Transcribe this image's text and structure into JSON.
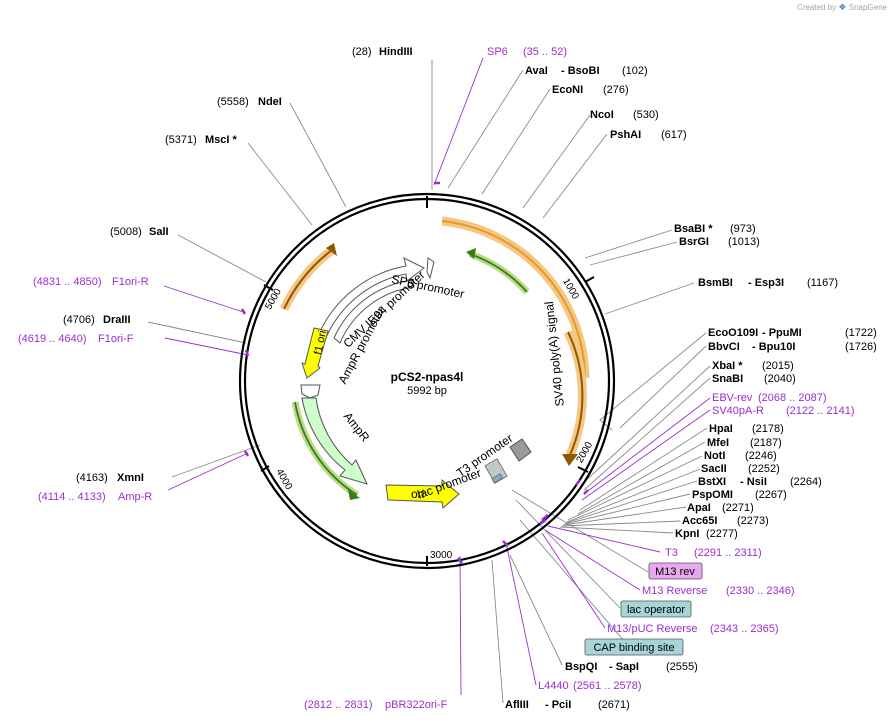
{
  "app": {
    "created_by": "Created by",
    "brand": "SnapGene"
  },
  "plasmid": {
    "name": "pCS2-npas4l",
    "size_label": "5992 bp",
    "length": 5992
  },
  "colors": {
    "site": "#000000",
    "primer": "#9b2fce",
    "backbone": "#000000",
    "orange": "#f5b66e",
    "green": "#8bc34a",
    "yellow": "#ffff00",
    "promoter": "#ffffff",
    "ampr": "#ccffcc",
    "grey_feature": "#9a9a9a"
  },
  "ticks": [
    "1000",
    "2000",
    "3000",
    "4000",
    "5000"
  ],
  "enzyme_labels": [
    {
      "id": "hindiii",
      "parts": [
        {
          "t": "(28)",
          "c": "ps"
        },
        {
          "t": "HindIII",
          "c": "nm"
        }
      ]
    },
    {
      "id": "sp6",
      "parts": [
        {
          "t": "SP6",
          "c": "pr"
        },
        {
          "t": "(35 .. 52)",
          "c": "pr"
        }
      ]
    },
    {
      "id": "avai",
      "parts": [
        {
          "t": "AvaI",
          "c": "nm"
        },
        {
          "t": "- BsoBI",
          "c": "nm"
        },
        {
          "t": "(102)",
          "c": "ps"
        }
      ]
    },
    {
      "id": "econi",
      "parts": [
        {
          "t": "EcoNI",
          "c": "nm"
        },
        {
          "t": "(276)",
          "c": "ps"
        }
      ]
    },
    {
      "id": "ncoi",
      "parts": [
        {
          "t": "NcoI",
          "c": "nm"
        },
        {
          "t": "(530)",
          "c": "ps"
        }
      ]
    },
    {
      "id": "pshai",
      "parts": [
        {
          "t": "PshAI",
          "c": "nm"
        },
        {
          "t": "(617)",
          "c": "ps"
        }
      ]
    },
    {
      "id": "bsabi",
      "parts": [
        {
          "t": "BsaBI *",
          "c": "nm"
        },
        {
          "t": "(973)",
          "c": "ps"
        }
      ]
    },
    {
      "id": "bsrgi",
      "parts": [
        {
          "t": "BsrGI",
          "c": "nm"
        },
        {
          "t": "(1013)",
          "c": "ps"
        }
      ]
    },
    {
      "id": "bsmbi",
      "parts": [
        {
          "t": "BsmBI",
          "c": "nm"
        },
        {
          "t": "- Esp3I",
          "c": "nm"
        },
        {
          "t": "(1167)",
          "c": "ps"
        }
      ]
    },
    {
      "id": "ecoo109i",
      "parts": [
        {
          "t": "EcoO109I",
          "c": "nm"
        },
        {
          "t": "- PpuMI",
          "c": "nm"
        },
        {
          "t": "(1722)",
          "c": "ps"
        }
      ]
    },
    {
      "id": "bbvci",
      "parts": [
        {
          "t": "BbvCI",
          "c": "nm"
        },
        {
          "t": "- Bpu10I",
          "c": "nm"
        },
        {
          "t": "(1726)",
          "c": "ps"
        }
      ]
    },
    {
      "id": "xbai",
      "parts": [
        {
          "t": "XbaI *",
          "c": "nm"
        },
        {
          "t": "(2015)",
          "c": "ps"
        }
      ]
    },
    {
      "id": "snabi",
      "parts": [
        {
          "t": "SnaBI",
          "c": "nm"
        },
        {
          "t": "(2040)",
          "c": "ps"
        }
      ]
    },
    {
      "id": "ebvrev",
      "parts": [
        {
          "t": "EBV-rev",
          "c": "pr"
        },
        {
          "t": "(2068 .. 2087)",
          "c": "pr"
        }
      ]
    },
    {
      "id": "sv40pa",
      "parts": [
        {
          "t": "SV40pA-R",
          "c": "pr"
        },
        {
          "t": "(2122 .. 2141)",
          "c": "pr"
        }
      ]
    },
    {
      "id": "hpai",
      "parts": [
        {
          "t": "HpaI",
          "c": "nm"
        },
        {
          "t": "(2178)",
          "c": "ps"
        }
      ]
    },
    {
      "id": "mfei",
      "parts": [
        {
          "t": "MfeI",
          "c": "nm"
        },
        {
          "t": "(2187)",
          "c": "ps"
        }
      ]
    },
    {
      "id": "noti",
      "parts": [
        {
          "t": "NotI",
          "c": "nm"
        },
        {
          "t": "(2246)",
          "c": "ps"
        }
      ]
    },
    {
      "id": "sacii",
      "parts": [
        {
          "t": "SacII",
          "c": "nm"
        },
        {
          "t": "(2252)",
          "c": "ps"
        }
      ]
    },
    {
      "id": "bstxi",
      "parts": [
        {
          "t": "BstXI",
          "c": "nm"
        },
        {
          "t": "- NsiI",
          "c": "nm"
        },
        {
          "t": "(2264)",
          "c": "ps"
        }
      ]
    },
    {
      "id": "pspomi",
      "parts": [
        {
          "t": "PspOMI",
          "c": "nm"
        },
        {
          "t": "(2267)",
          "c": "ps"
        }
      ]
    },
    {
      "id": "apai",
      "parts": [
        {
          "t": "ApaI",
          "c": "nm"
        },
        {
          "t": "(2271)",
          "c": "ps"
        }
      ]
    },
    {
      "id": "acc65i",
      "parts": [
        {
          "t": "Acc65I",
          "c": "nm"
        },
        {
          "t": "(2273)",
          "c": "ps"
        }
      ]
    },
    {
      "id": "kpni",
      "parts": [
        {
          "t": "KpnI",
          "c": "nm"
        },
        {
          "t": "(2277)",
          "c": "ps"
        }
      ]
    },
    {
      "id": "t3",
      "parts": [
        {
          "t": "T3",
          "c": "pr"
        },
        {
          "t": "(2291 .. 2311)",
          "c": "pr"
        }
      ]
    },
    {
      "id": "m13rev",
      "parts": [
        {
          "t": "M13 Reverse",
          "c": "pr"
        },
        {
          "t": "(2330 .. 2346)",
          "c": "pr"
        }
      ]
    },
    {
      "id": "m13puc",
      "parts": [
        {
          "t": "M13/pUC Reverse",
          "c": "pr"
        },
        {
          "t": "(2343 .. 2365)",
          "c": "pr"
        }
      ]
    },
    {
      "id": "bspqi",
      "parts": [
        {
          "t": "BspQI",
          "c": "nm"
        },
        {
          "t": "- SapI",
          "c": "nm"
        },
        {
          "t": "(2555)",
          "c": "ps"
        }
      ]
    },
    {
      "id": "l4440",
      "parts": [
        {
          "t": "L4440",
          "c": "pr"
        },
        {
          "t": "(2561 .. 2578)",
          "c": "pr"
        }
      ]
    },
    {
      "id": "afliii",
      "parts": [
        {
          "t": "AflIII",
          "c": "nm"
        },
        {
          "t": "- PciI",
          "c": "nm"
        },
        {
          "t": "(2671)",
          "c": "ps"
        }
      ]
    },
    {
      "id": "pbr322",
      "parts": [
        {
          "t": "(2812 .. 2831)",
          "c": "pr"
        },
        {
          "t": "pBR322ori-F",
          "c": "pr"
        }
      ]
    },
    {
      "id": "xmni",
      "parts": [
        {
          "t": "(4163)",
          "c": "ps"
        },
        {
          "t": "XmnI",
          "c": "nm"
        }
      ]
    },
    {
      "id": "ampr",
      "parts": [
        {
          "t": "(4114 .. 4133)",
          "c": "pr"
        },
        {
          "t": "Amp-R",
          "c": "pr"
        }
      ]
    },
    {
      "id": "f1orif",
      "parts": [
        {
          "t": "(4619 .. 4640)",
          "c": "pr"
        },
        {
          "t": "F1ori-F",
          "c": "pr"
        }
      ]
    },
    {
      "id": "draiii",
      "parts": [
        {
          "t": "(4706)",
          "c": "ps"
        },
        {
          "t": "DraIII",
          "c": "nm"
        }
      ]
    },
    {
      "id": "f1orir",
      "parts": [
        {
          "t": "(4831 .. 4850)",
          "c": "pr"
        },
        {
          "t": "F1ori-R",
          "c": "pr"
        }
      ]
    },
    {
      "id": "sali",
      "parts": [
        {
          "t": "(5008)",
          "c": "ps"
        },
        {
          "t": "SalI",
          "c": "nm"
        }
      ]
    },
    {
      "id": "msci",
      "parts": [
        {
          "t": "(5371)",
          "c": "ps"
        },
        {
          "t": "MscI *",
          "c": "nm"
        }
      ]
    },
    {
      "id": "ndei",
      "parts": [
        {
          "t": "(5558)",
          "c": "ps"
        },
        {
          "t": "NdeI",
          "c": "nm"
        }
      ]
    }
  ],
  "boxed_labels": {
    "m13rev_box": "M13 rev",
    "lac_operator": "lac operator",
    "cap_binding": "CAP binding site"
  },
  "features": {
    "sp6_promoter": "SP6 promoter",
    "cmv_promoter": "CMV IE94 promoter",
    "ampr_promoter": "AmpR promoter",
    "f1_ori": "f1 ori",
    "ampr": "AmpR",
    "ori": "ori",
    "lac_promoter": "lac promoter",
    "t3_promoter": "T3 promoter",
    "sv40": "SV40 poly(A) signal"
  }
}
